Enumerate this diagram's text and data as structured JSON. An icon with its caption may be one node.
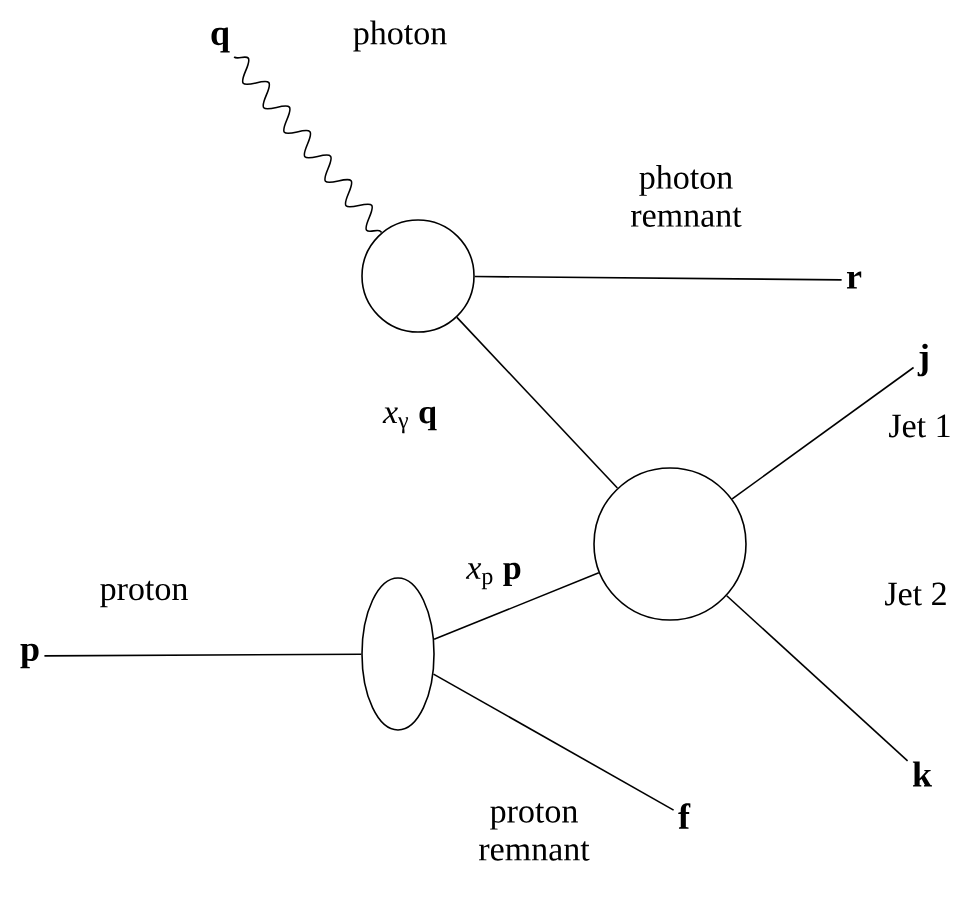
{
  "diagram": {
    "nodes": [
      {
        "text": [
          "q"
        ]
      },
      {
        "text": [],
        "shape": "circle"
      },
      {
        "text": [
          "r"
        ]
      },
      {
        "text": [
          "j"
        ]
      },
      {
        "text": [],
        "shape": "circle"
      },
      {
        "text": [
          "p"
        ]
      },
      {
        "text": [],
        "shape": "ellipse"
      },
      {
        "text": [
          "k"
        ]
      },
      {
        "text": [
          "f"
        ]
      }
    ],
    "edges": [
      {
        "from": 0,
        "to": 1,
        "arrow": "none",
        "label": "photon"
      },
      {
        "from": 1,
        "to": 2,
        "arrow": "none",
        "label": "photon remnant"
      },
      {
        "from": 1,
        "to": 4,
        "arrow": "none",
        "label": "*x*$_{γ}$ **q**"
      },
      {
        "from": 4,
        "to": 3,
        "arrow": "none",
        "label": "Jet 1"
      },
      {
        "from": 4,
        "to": 7,
        "arrow": "none",
        "label": "Jet 2"
      },
      {
        "from": 5,
        "to": 6,
        "arrow": "none",
        "label": "proton"
      },
      {
        "from": 6,
        "to": 4,
        "arrow": "none",
        "label": "*x*$_{p}$ **p**"
      },
      {
        "from": 6,
        "to": 8,
        "arrow": "none",
        "label": "proton remnant"
      }
    ]
  }
}
